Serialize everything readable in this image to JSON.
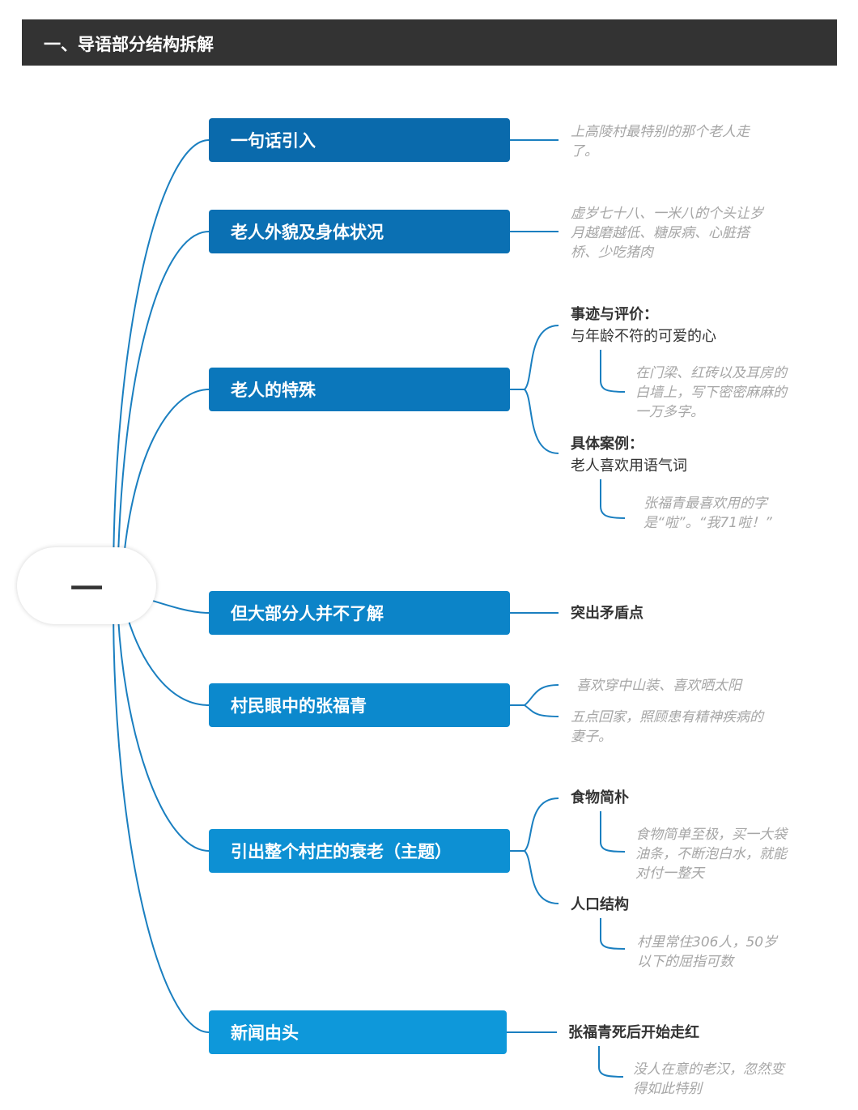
{
  "header": {
    "title": "一、导语部分结构拆解"
  },
  "root": {
    "label": "一"
  },
  "branches": [
    {
      "label": "一句话引入",
      "note": "上高陵村最特别的那个老人走了。"
    },
    {
      "label": "老人外貌及身体状况",
      "note": "虚岁七十八、一米八的个头让岁月越磨越低、糖尿病、心脏搭桥、少吃猪肉"
    },
    {
      "label": "老人的特殊",
      "sub": [
        {
          "title": "事迹与评价：",
          "text": "与年龄不符的可爱的心",
          "note": "在门梁、红砖以及耳房的白墙上，写下密密麻麻的一万多字。"
        },
        {
          "title": "具体案例：",
          "text": "老人喜欢用语气词",
          "note": "张福青最喜欢用的字是“啦”。“我71啦！”"
        }
      ]
    },
    {
      "label": "但大部分人并不了解",
      "child": "突出矛盾点"
    },
    {
      "label": "村民眼中的张福青",
      "notes": [
        "喜欢穿中山装、喜欢晒太阳",
        "五点回家，照顾患有精神疾病的妻子。"
      ]
    },
    {
      "label": "引出整个村庄的衰老（主题）",
      "sub": [
        {
          "title": "食物简朴",
          "note": "食物简单至极，买一大袋油条，不断泡白水，就能对付一整天"
        },
        {
          "title": "人口结构",
          "note": "村里常住306人，50岁以下的屈指可数"
        }
      ]
    },
    {
      "label": "新闻由头",
      "child": "张福青死后开始走红",
      "note": "没人在意的老汉，忽然变得如此特别"
    }
  ],
  "colors": {
    "header": "#333333",
    "b0": "#0a6aac",
    "b6": "#0e98da"
  }
}
